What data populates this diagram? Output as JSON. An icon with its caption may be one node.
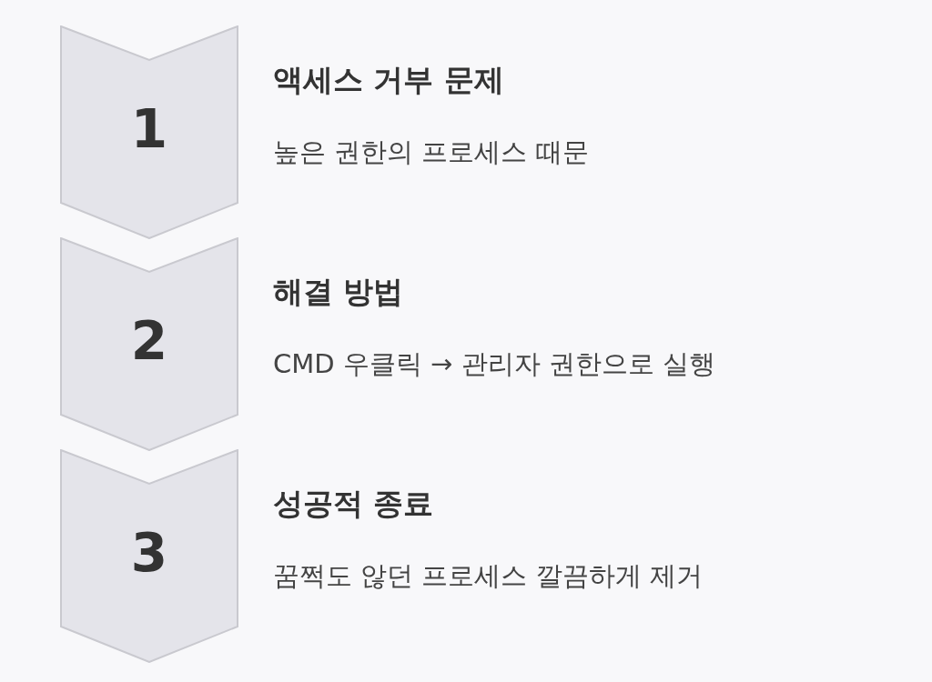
{
  "diagram": {
    "nodes": [
      {
        "text": [
          "1"
        ],
        "beside": [
          "액세스 거부 문제",
          "높은 권한의 프로세스 때문"
        ]
      },
      {
        "text": [
          "2"
        ],
        "beside": [
          "해결 방법",
          "CMD 우클릭 → 관리자 권한으로 실행"
        ]
      },
      {
        "text": [
          "3"
        ],
        "beside": [
          "성공적 종료",
          "꿈쩍도 않던 프로세스 깔끔하게 제거"
        ]
      }
    ]
  }
}
